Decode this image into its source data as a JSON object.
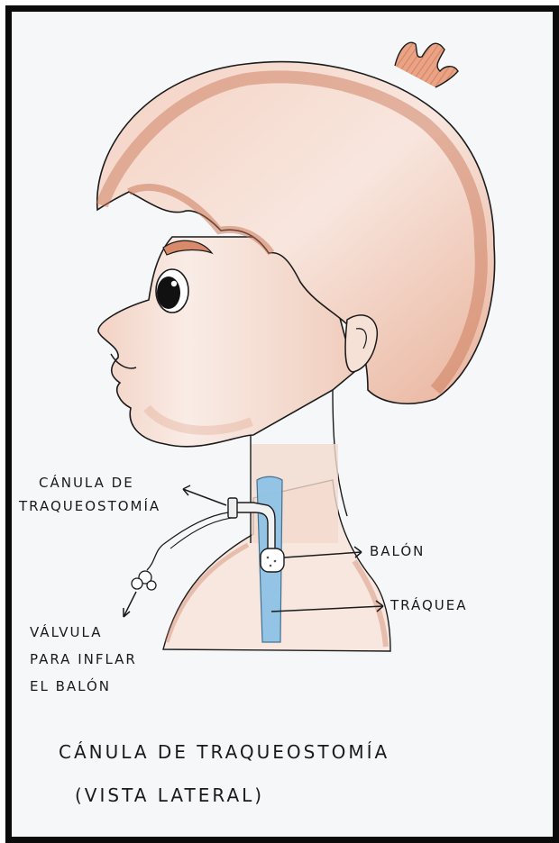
{
  "labels": {
    "canula_line1": "CÁNULA DE",
    "canula_line2": "TRAQUEOSTOMÍA",
    "balon": "BALÓN",
    "traquea": "TRÁQUEA",
    "valvula_line1": "VÁLVULA",
    "valvula_line2": "PARA INFLAR",
    "valvula_line3": "EL BALÓN"
  },
  "caption": {
    "line1": "CÁNULA DE TRAQUEOSTOMÍA",
    "line2": "(VISTA LATERAL)"
  },
  "colors": {
    "hair": "#d98a6b",
    "skin_shade": "#eab8a2",
    "trachea": "#8ec3e6",
    "outline": "#1b1b1b",
    "frame": "#0b0b0b"
  }
}
